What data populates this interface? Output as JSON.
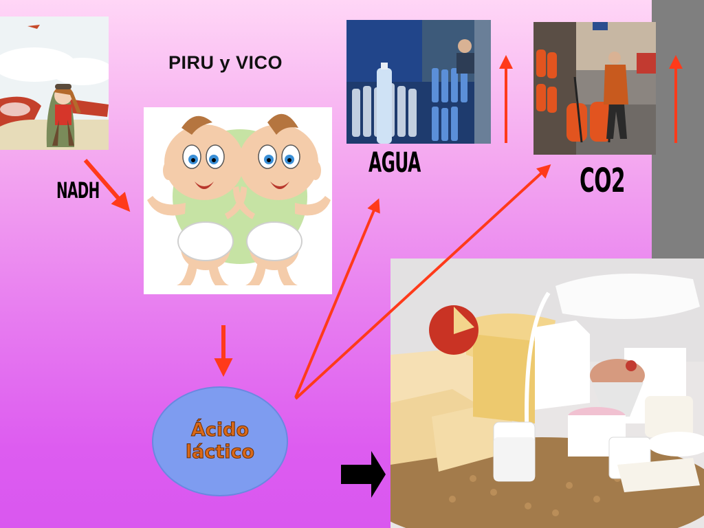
{
  "title": "PIRU y VICO",
  "labels": {
    "nadh": "NADH",
    "agua": "AGUA",
    "co2": "CO2",
    "acido_line1": "Ácido",
    "acido_line2": "láctico"
  },
  "colors": {
    "arrow": "#ff3a1a",
    "ellipse": "#7e9cf0",
    "ellipse_text": "#d8691a",
    "background_top": "#ffd6f6",
    "background_bottom": "#d957ef",
    "side_band": "#7f7f7f",
    "block_arrow": "#000000"
  }
}
